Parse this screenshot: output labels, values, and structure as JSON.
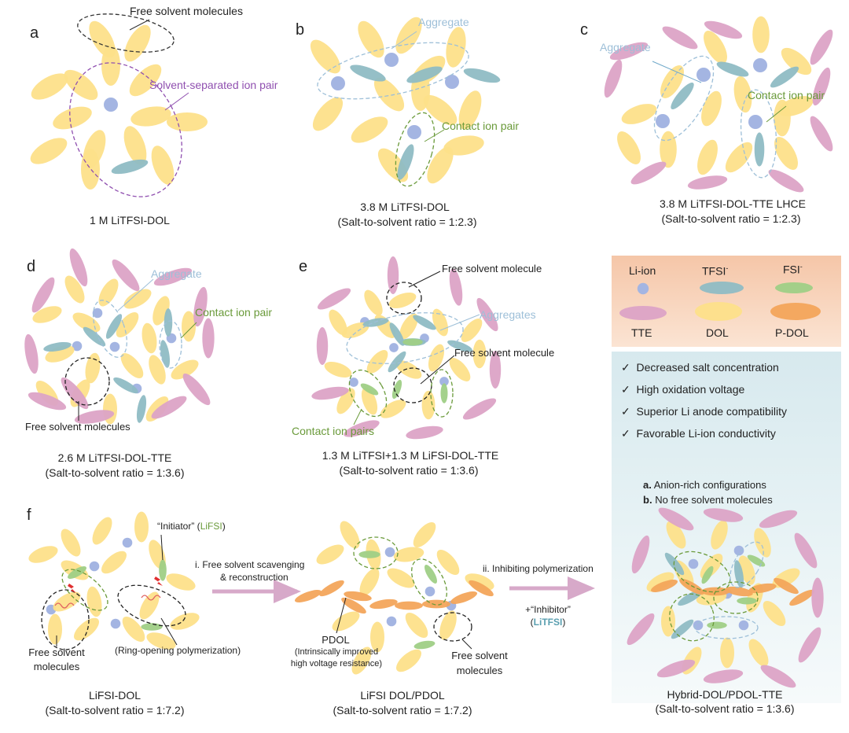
{
  "panels": {
    "a": {
      "letter": "a",
      "caption1": "1 M LiTFSI-DOL",
      "free": "Free solvent molecules",
      "ssip": "Solvent-separated ion pair"
    },
    "b": {
      "letter": "b",
      "caption1": "3.8 M LiTFSI-DOL",
      "caption2": "(Salt-to-solvent ratio = 1:2.3)",
      "agg": "Aggregate",
      "cip": "Contact ion pair"
    },
    "c": {
      "letter": "c",
      "caption1": "3.8 M LiTFSI-DOL-TTE LHCE",
      "caption2": "(Salt-to-solvent ratio = 1:2.3)",
      "agg": "Aggregate",
      "cip": "Contact ion pair"
    },
    "d": {
      "letter": "d",
      "caption1": "2.6 M LiTFSI-DOL-TTE",
      "caption2": "(Salt-to-solvent ratio = 1:3.6)",
      "agg": "Aggregate",
      "cip": "Contact ion pair",
      "free": "Free solvent molecules"
    },
    "e": {
      "letter": "e",
      "caption1": "1.3 M LiTFSI+1.3 M LiFSI-DOL-TTE",
      "caption2": "(Salt-to-solvent ratio = 1:3.6)",
      "free1": "Free solvent molecule",
      "aggs": "Aggregates",
      "free2": "Free solvent molecule",
      "cips": "Contact ion pairs"
    },
    "f": {
      "letter": "f",
      "initiator": "“Initiator” (",
      "initiator_salt": "LiFSI",
      "close_paren": ")",
      "step1a": "i. Free solvent scavenging",
      "step1b": "& reconstruction",
      "step2": "ii. Inhibiting polymerization",
      "inhibitor": "+“Inhibitor”",
      "inhibitor_open": "(",
      "inhibitor_salt": "LiTFSI",
      "inhibitor_close": ")",
      "free_left1": "Free solvent",
      "free_left2": "molecules",
      "rop": "(Ring-opening polymerization)",
      "pdol": "PDOL",
      "pdol_note1": "(Intrinsically improved",
      "pdol_note2": "high voltage resistance)",
      "free_mid1": "Free solvent",
      "free_mid2": "molecules",
      "cap_left1": "LiFSI-DOL",
      "cap_left2": "(Salt-to-solvent ratio = 1:7.2)",
      "cap_mid1": "LiFSI DOL/PDOL",
      "cap_mid2": "(Salt-to-solvent ratio = 1:7.2)"
    }
  },
  "legend": {
    "li_ion": "Li-ion",
    "tfsi": "TFSI",
    "fsi": "FSI",
    "minus": "-",
    "tte": "TTE",
    "dol": "DOL",
    "pdol": "P-DOL"
  },
  "benefits": {
    "items": [
      "Decreased salt concentration",
      "High oxidation voltage",
      "Superior Li anode compatibility",
      "Favorable Li-ion conductivity"
    ],
    "check": "✓",
    "a_label": "a.",
    "a_text": "Anion-rich configurations",
    "b_label": "b.",
    "b_text": "No free solvent molecules",
    "caption1": "Hybrid-DOL/PDOL-TTE",
    "caption2": "(Salt-to-solvent ratio = 1:3.6)"
  },
  "colors": {
    "dol": "#fde08a",
    "tfsi": "#8fbcc4",
    "fsi": "#9fcf86",
    "tte": "#dca3c6",
    "li": "#a4b5e2",
    "pdol": "#f3a55b",
    "aggregate_text": "#9dbfd8",
    "cip_text": "#6a9a3a",
    "ssip_text": "#9050b0"
  }
}
